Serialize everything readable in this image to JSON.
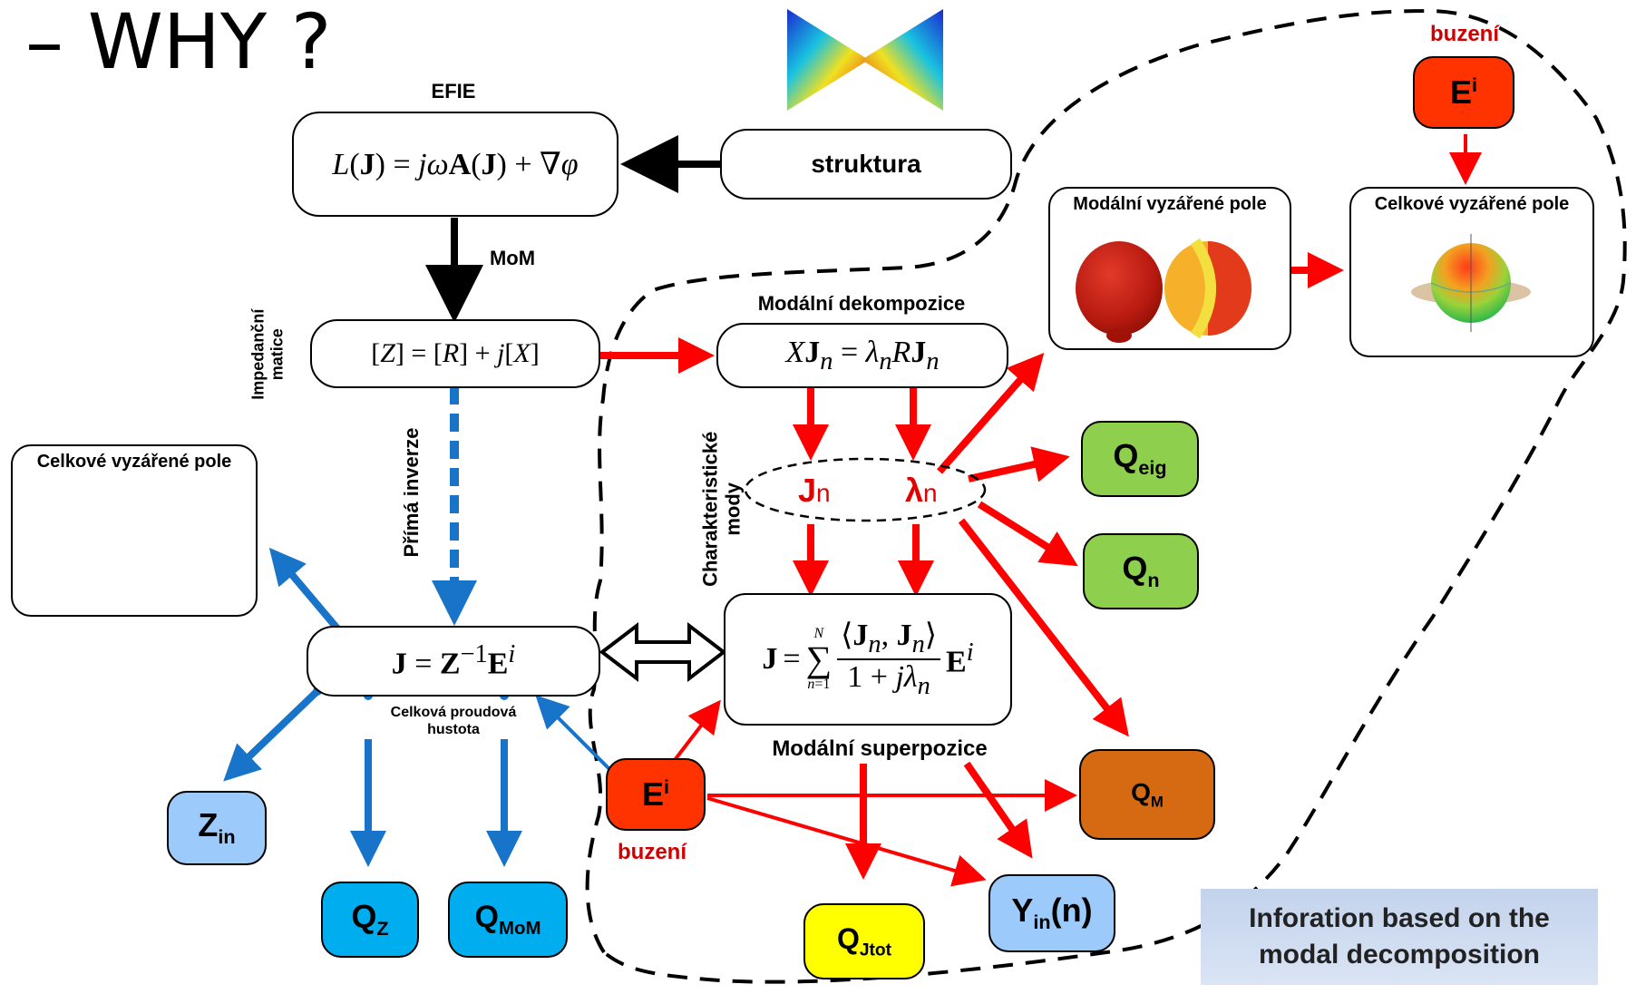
{
  "page_title": "– WHY ?",
  "efie_label": "EFIE",
  "struktura_label": "struktura",
  "mom_label": "MoM",
  "impedance_label_1": "Impedanční",
  "impedance_label_2": "matice",
  "prima_inverze_label": "Přímá inverze",
  "modal_decomposition_label": "Modální dekompozice",
  "char_modes_label_1": "Charakteristické",
  "char_modes_label_2": "mody",
  "modal_superposition_label": "Modální superpozice",
  "current_density_label_1": "Celková proudová",
  "current_density_label_2": "hustota",
  "buzeni_top": "buzení",
  "buzeni_bottom": "buzení",
  "panel_total_field_left": "Celkové vyzářené pole",
  "panel_modal_field": "Modální vyzářené pole",
  "panel_total_field_right": "Celkové vyzářené pole",
  "info_line_1": "Inforation based on the",
  "info_line_2": "modal decomposition",
  "colors": {
    "red": "#ff0000",
    "blue": "#1874c8",
    "excitation_fill": "#ff3300",
    "green_fill": "#8fcf4e",
    "light_blue_fill": "#9ccafa",
    "cyan_fill": "#00aeef",
    "orange_fill": "#d66a12",
    "yellow_fill": "#ffff00"
  }
}
